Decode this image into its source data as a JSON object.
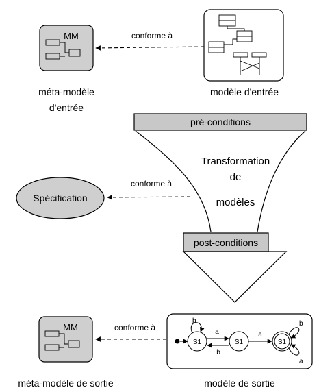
{
  "metamodel_in": {
    "badge": "MM",
    "caption_line1": "méta-modèle",
    "caption_line2": "d'entrée"
  },
  "model_in": {
    "caption": "modèle d'entrée"
  },
  "conforms_top": "conforme à",
  "preconditions": "pré-conditions",
  "transformation": {
    "line1": "Transformation",
    "line2": "de",
    "line3": "modèles"
  },
  "specification": {
    "label": "Spécification",
    "conforms": "conforme à"
  },
  "postconditions": "post-conditions",
  "metamodel_out": {
    "badge": "MM",
    "caption": "méta-modèle de sortie"
  },
  "model_out": {
    "caption": "modèle de sortie",
    "conforms": "conforme à",
    "state1": "S1",
    "state2": "S1",
    "state3": "S1",
    "t_a1": "a",
    "t_b_back": "b",
    "t_a2": "a",
    "t_b_self1": "b",
    "t_b_self3": "b",
    "t_a_self3": "a"
  },
  "colors": {
    "gray_fill": "#cfcfcf",
    "box_fill": "#c8c8c8",
    "stroke": "#000000"
  }
}
